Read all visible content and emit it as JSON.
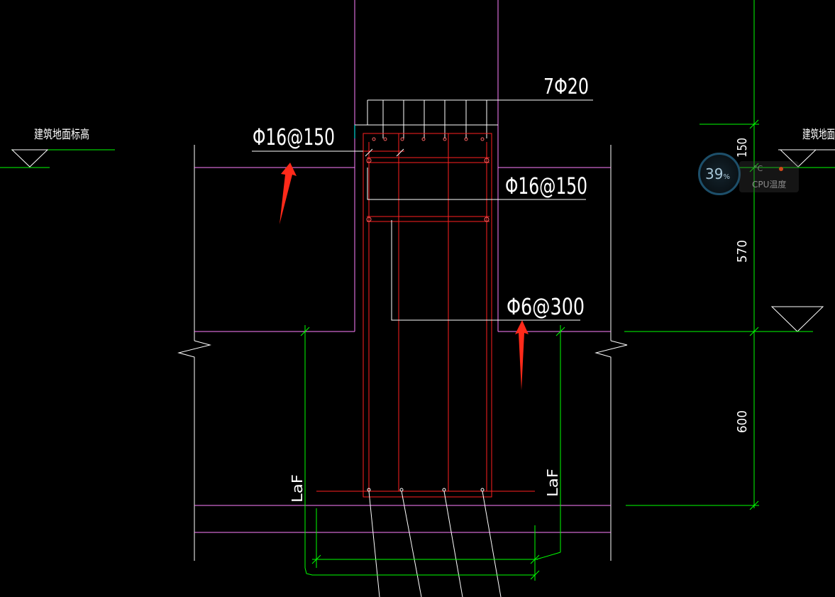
{
  "labels": {
    "elevation_left": "建筑地面标高",
    "elevation_right": "建筑地面",
    "main_rebar": "7Φ20",
    "stirrup_left": "Φ16@150",
    "stirrup_right": "Φ16@150",
    "tie_bar": "Φ6@300",
    "anchor_left": "LaF",
    "anchor_right": "LaF"
  },
  "dimensions": {
    "dim_top": "150",
    "dim_middle": "570",
    "dim_bottom": "600"
  },
  "overlay": {
    "cpu_percent": "39",
    "percent_sign": "%",
    "temp_value": "°C",
    "temp_label": "CPU温度"
  },
  "colors": {
    "background": "#000000",
    "concrete_outline": "#ffffff",
    "slab_line": "#ff80ff",
    "rebar": "#ff2020",
    "dimension": "#00ff00",
    "arrow": "#ff2a1a"
  }
}
